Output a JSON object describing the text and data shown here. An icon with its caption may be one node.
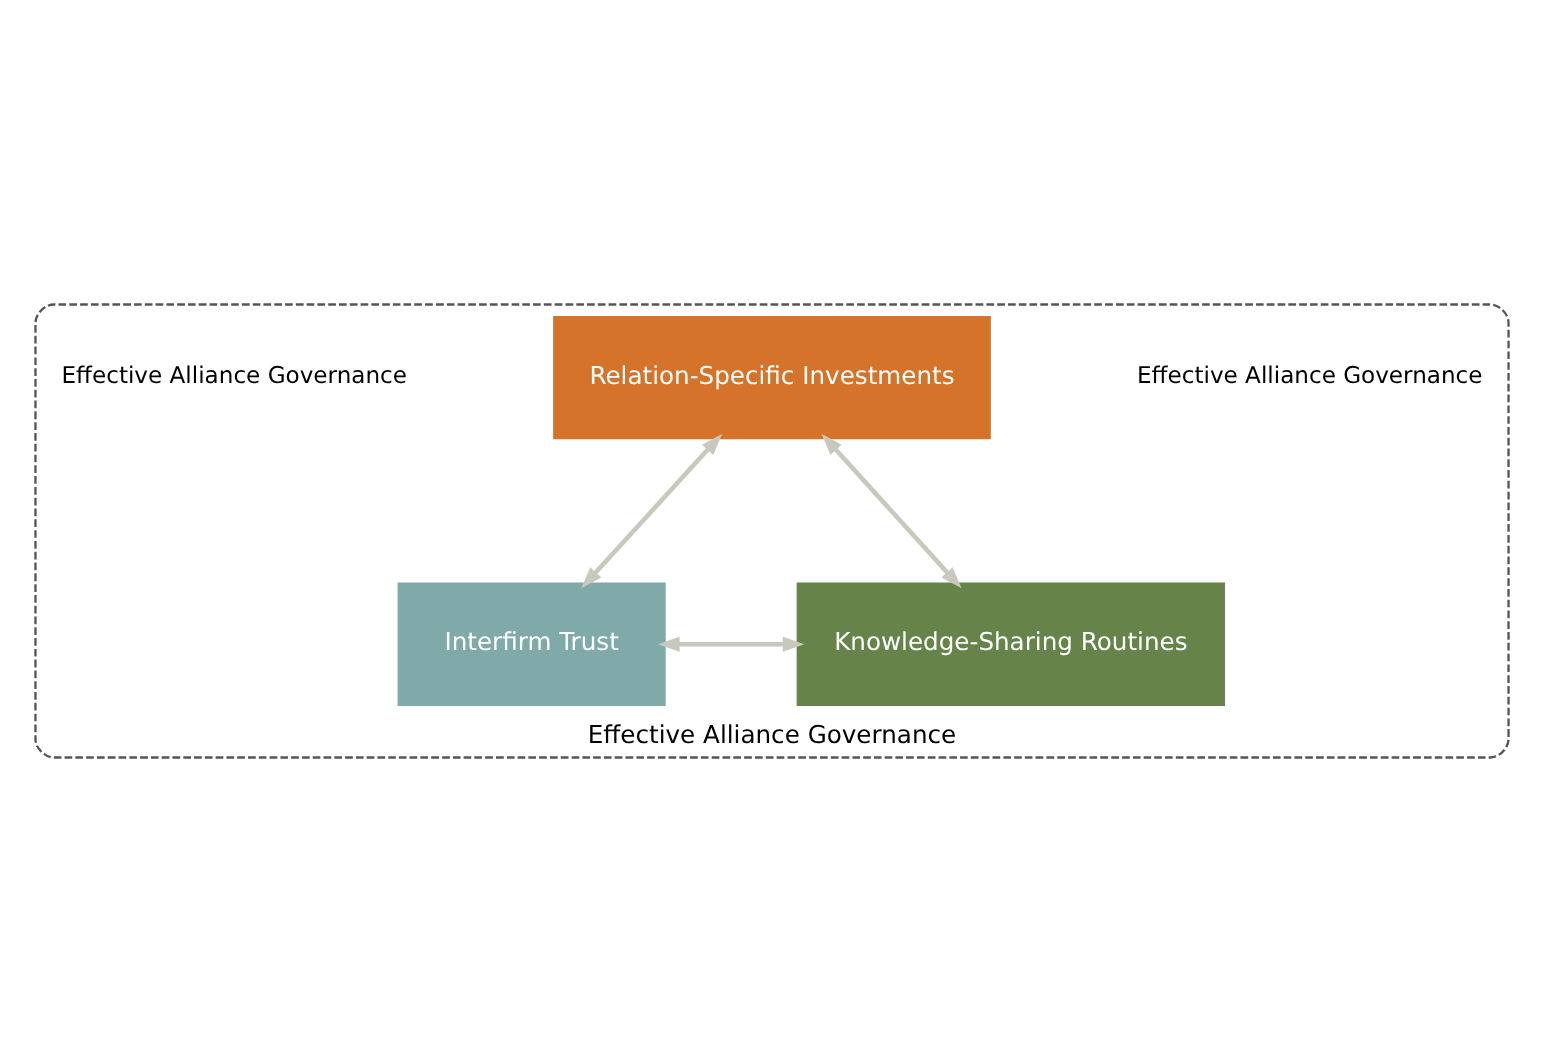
{
  "diagram": {
    "nodes": [
      {
        "text": [
          "Effective Alliance Governance",
          "Effective Alliance Governance",
          "Effective Alliance Governance"
        ]
      },
      {
        "text": [
          "Relation-Specific Investments"
        ],
        "in": 0
      },
      {
        "text": [
          "Interfirm Trust"
        ],
        "in": 0
      },
      {
        "text": [
          "Knowledge-Sharing Routines"
        ],
        "in": 0
      }
    ],
    "edges": [
      {
        "from": 1,
        "to": 2,
        "arrow": "both"
      },
      {
        "from": 1,
        "to": 3,
        "arrow": "both"
      },
      {
        "from": 2,
        "to": 3,
        "arrow": "both"
      }
    ]
  }
}
